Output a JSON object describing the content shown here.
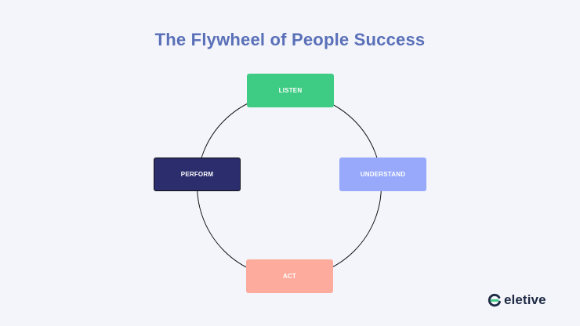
{
  "title": "The Flywheel of People Success",
  "steps": {
    "listen": "LISTEN",
    "understand": "UNDERSTAND",
    "act": "ACT",
    "perform": "PERFORM"
  },
  "colors": {
    "listen": "#3ecb83",
    "understand": "#98a9fb",
    "act": "#fdab9d",
    "perform": "#2c2d6d",
    "title": "#5a70b8"
  },
  "brand": {
    "name": "eletive",
    "icon": "eletive-logo-icon"
  }
}
